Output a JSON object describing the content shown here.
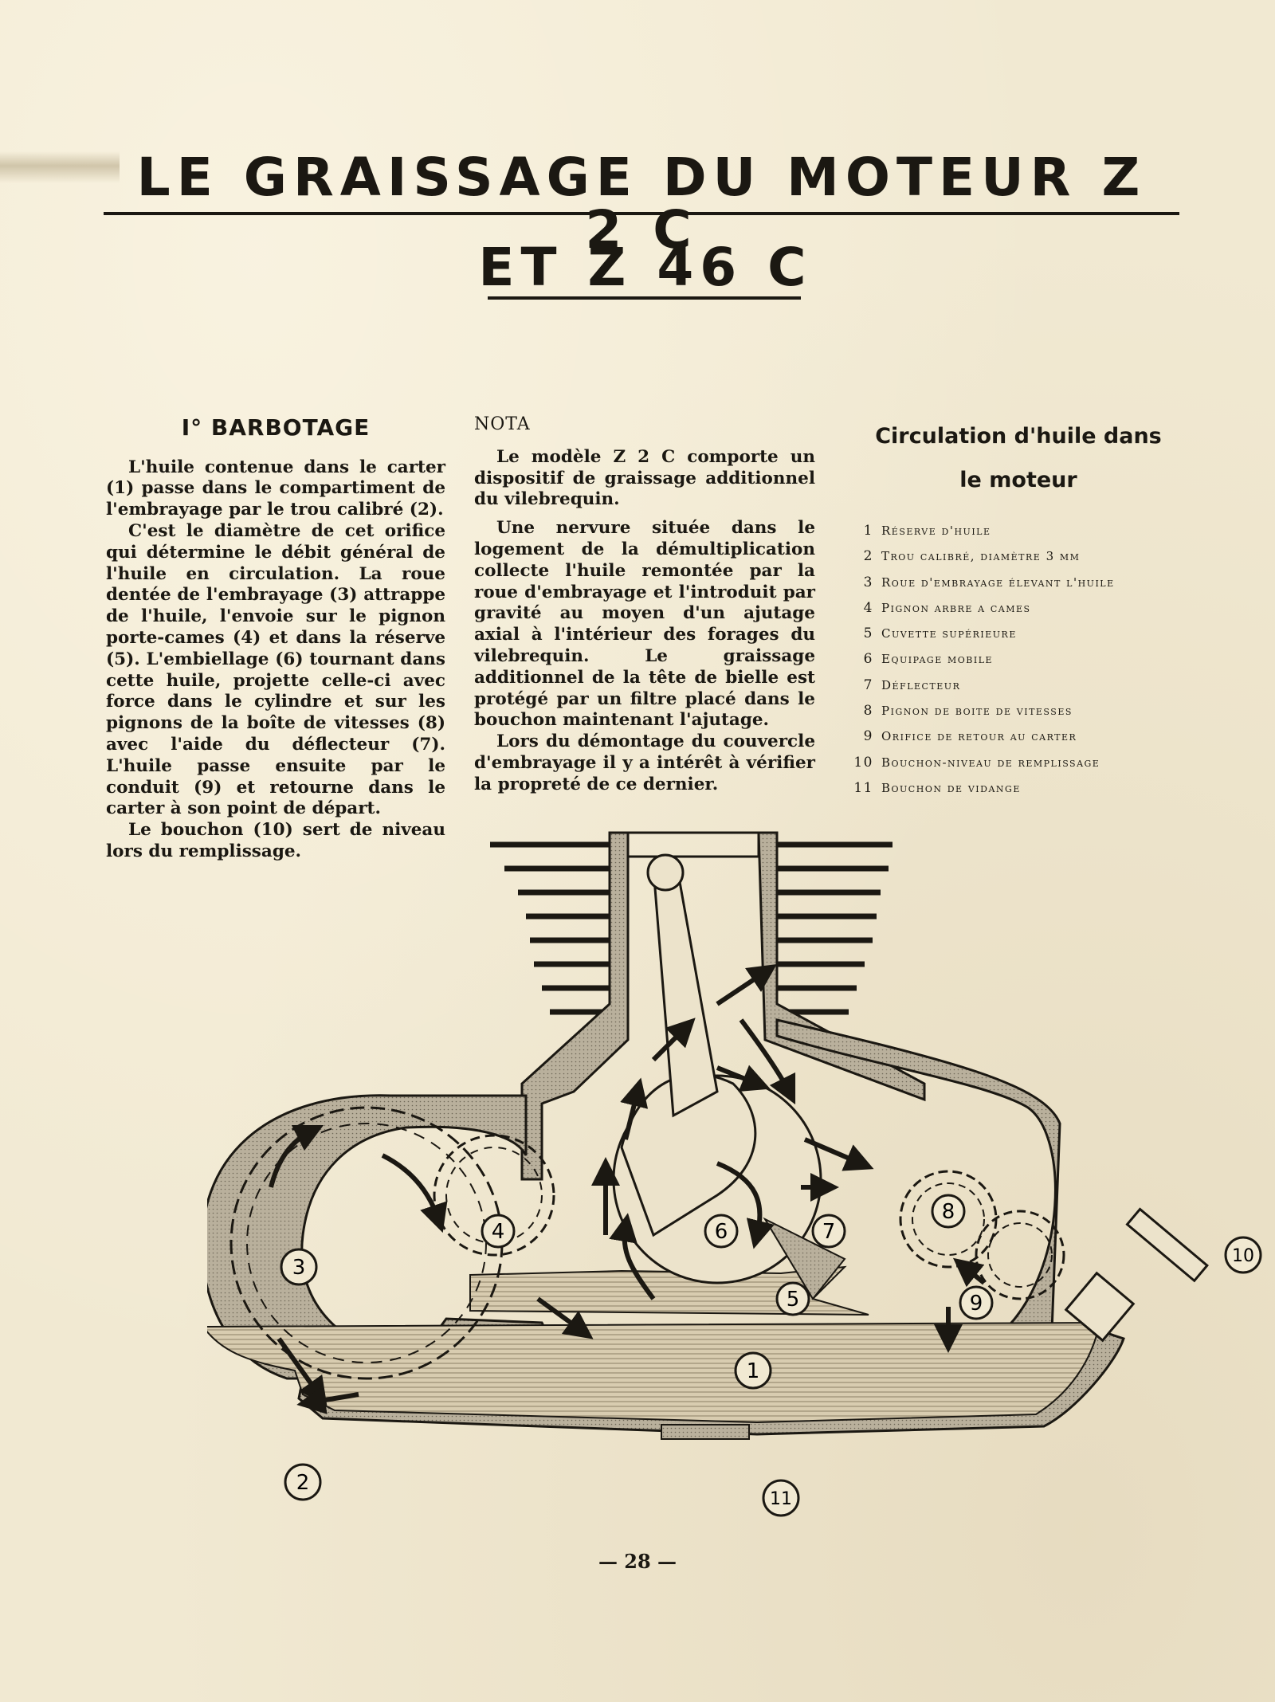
{
  "title": {
    "line1": "LE GRAISSAGE DU MOTEUR Z 2 C",
    "line2": "ET Z 46 C"
  },
  "column1": {
    "heading": "I° BARBOTAGE",
    "paragraphs": [
      "L'huile contenue dans le carter (1) passe dans le compartiment de l'embrayage par le trou calibré (2).",
      "C'est le diamètre de cet orifice qui détermine le débit général de l'huile en circulation. La roue dentée de l'embrayage (3) attrappe de l'huile, l'envoie sur le pignon porte-cames (4) et dans la réserve (5). L'embiellage (6) tournant dans cette huile, projette celle-ci avec force dans le cylindre et sur les pignons de la boîte de vitesses (8) avec l'aide du déflecteur (7). L'huile passe ensuite par le conduit (9) et retourne dans le carter à son point de départ.",
      "Le bouchon (10) sert de niveau lors du remplissage."
    ]
  },
  "column2": {
    "heading": "NOTA",
    "paragraphs": [
      "Le modèle Z 2 C comporte un dispositif de graissage additionnel du vilebrequin.",
      "Une nervure située dans le logement de la démultiplication collecte l'huile remontée par la roue d'embrayage et l'introduit par gravité au moyen d'un ajutage axial à l'intérieur des forages du vilebrequin. Le graissage additionnel de la tête de bielle est protégé par un filtre placé dans le bouchon maintenant l'ajutage.",
      "Lors du démontage du couvercle d'embrayage il y a intérêt à vérifier la propreté de ce dernier."
    ]
  },
  "column3": {
    "heading_line1": "Circulation d'huile dans",
    "heading_line2": "le moteur",
    "legend": [
      {
        "num": "1",
        "label": "Réserve d'huile"
      },
      {
        "num": "2",
        "label": "Trou calibré, diamètre 3 mm"
      },
      {
        "num": "3",
        "label": "Roue d'embrayage élevant l'huile"
      },
      {
        "num": "4",
        "label": "Pignon arbre a cames"
      },
      {
        "num": "5",
        "label": "Cuvette supérieure"
      },
      {
        "num": "6",
        "label": "Equipage mobile"
      },
      {
        "num": "7",
        "label": "Déflecteur"
      },
      {
        "num": "8",
        "label": "Pignon de boite de vitesses"
      },
      {
        "num": "9",
        "label": "Orifice de retour au carter"
      },
      {
        "num": "10",
        "label": "Bouchon-niveau de remplissage"
      },
      {
        "num": "11",
        "label": "Bouchon de vidange"
      }
    ]
  },
  "diagram": {
    "callouts": [
      "1",
      "2",
      "3",
      "4",
      "5",
      "6",
      "7",
      "8",
      "9",
      "10",
      "11"
    ]
  },
  "page_number": "— 28 —"
}
